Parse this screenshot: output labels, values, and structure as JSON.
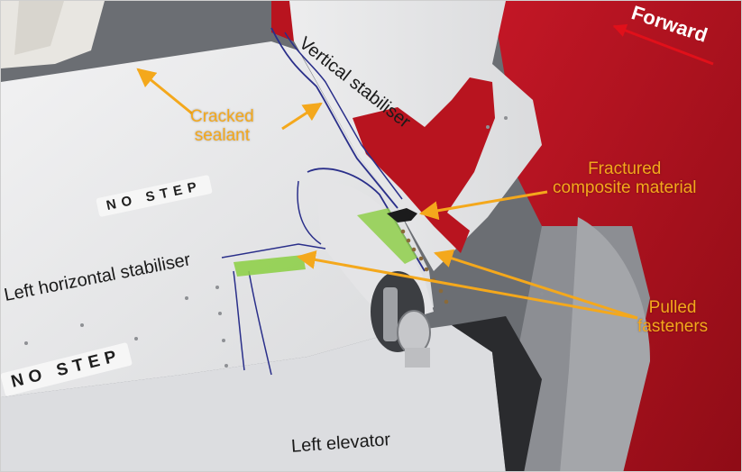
{
  "labels": {
    "forward": "Forward",
    "vertical_stabiliser": "Vertical stabiliser",
    "cracked_sealant": "Cracked\nsealant",
    "fractured_composite": "Fractured\ncomposite material",
    "left_horizontal_stabiliser": "Left horizontal stabiliser",
    "pulled_fasteners": "Pulled\nfasteners",
    "left_elevator": "Left elevator"
  },
  "stencils": {
    "no_step_upper": "NO STEP",
    "no_step_lower": "NO STEP"
  },
  "colors": {
    "annotation_orange": "#f4a81c",
    "fuselage_red": "#b3121f",
    "forward_arrow_red": "#e0101a",
    "panel_white": "#e9e9ea",
    "shadow_grey": "#9a9ca0",
    "marker_blue": "#2a2f8a",
    "tape_green": "#8fcf4a"
  }
}
